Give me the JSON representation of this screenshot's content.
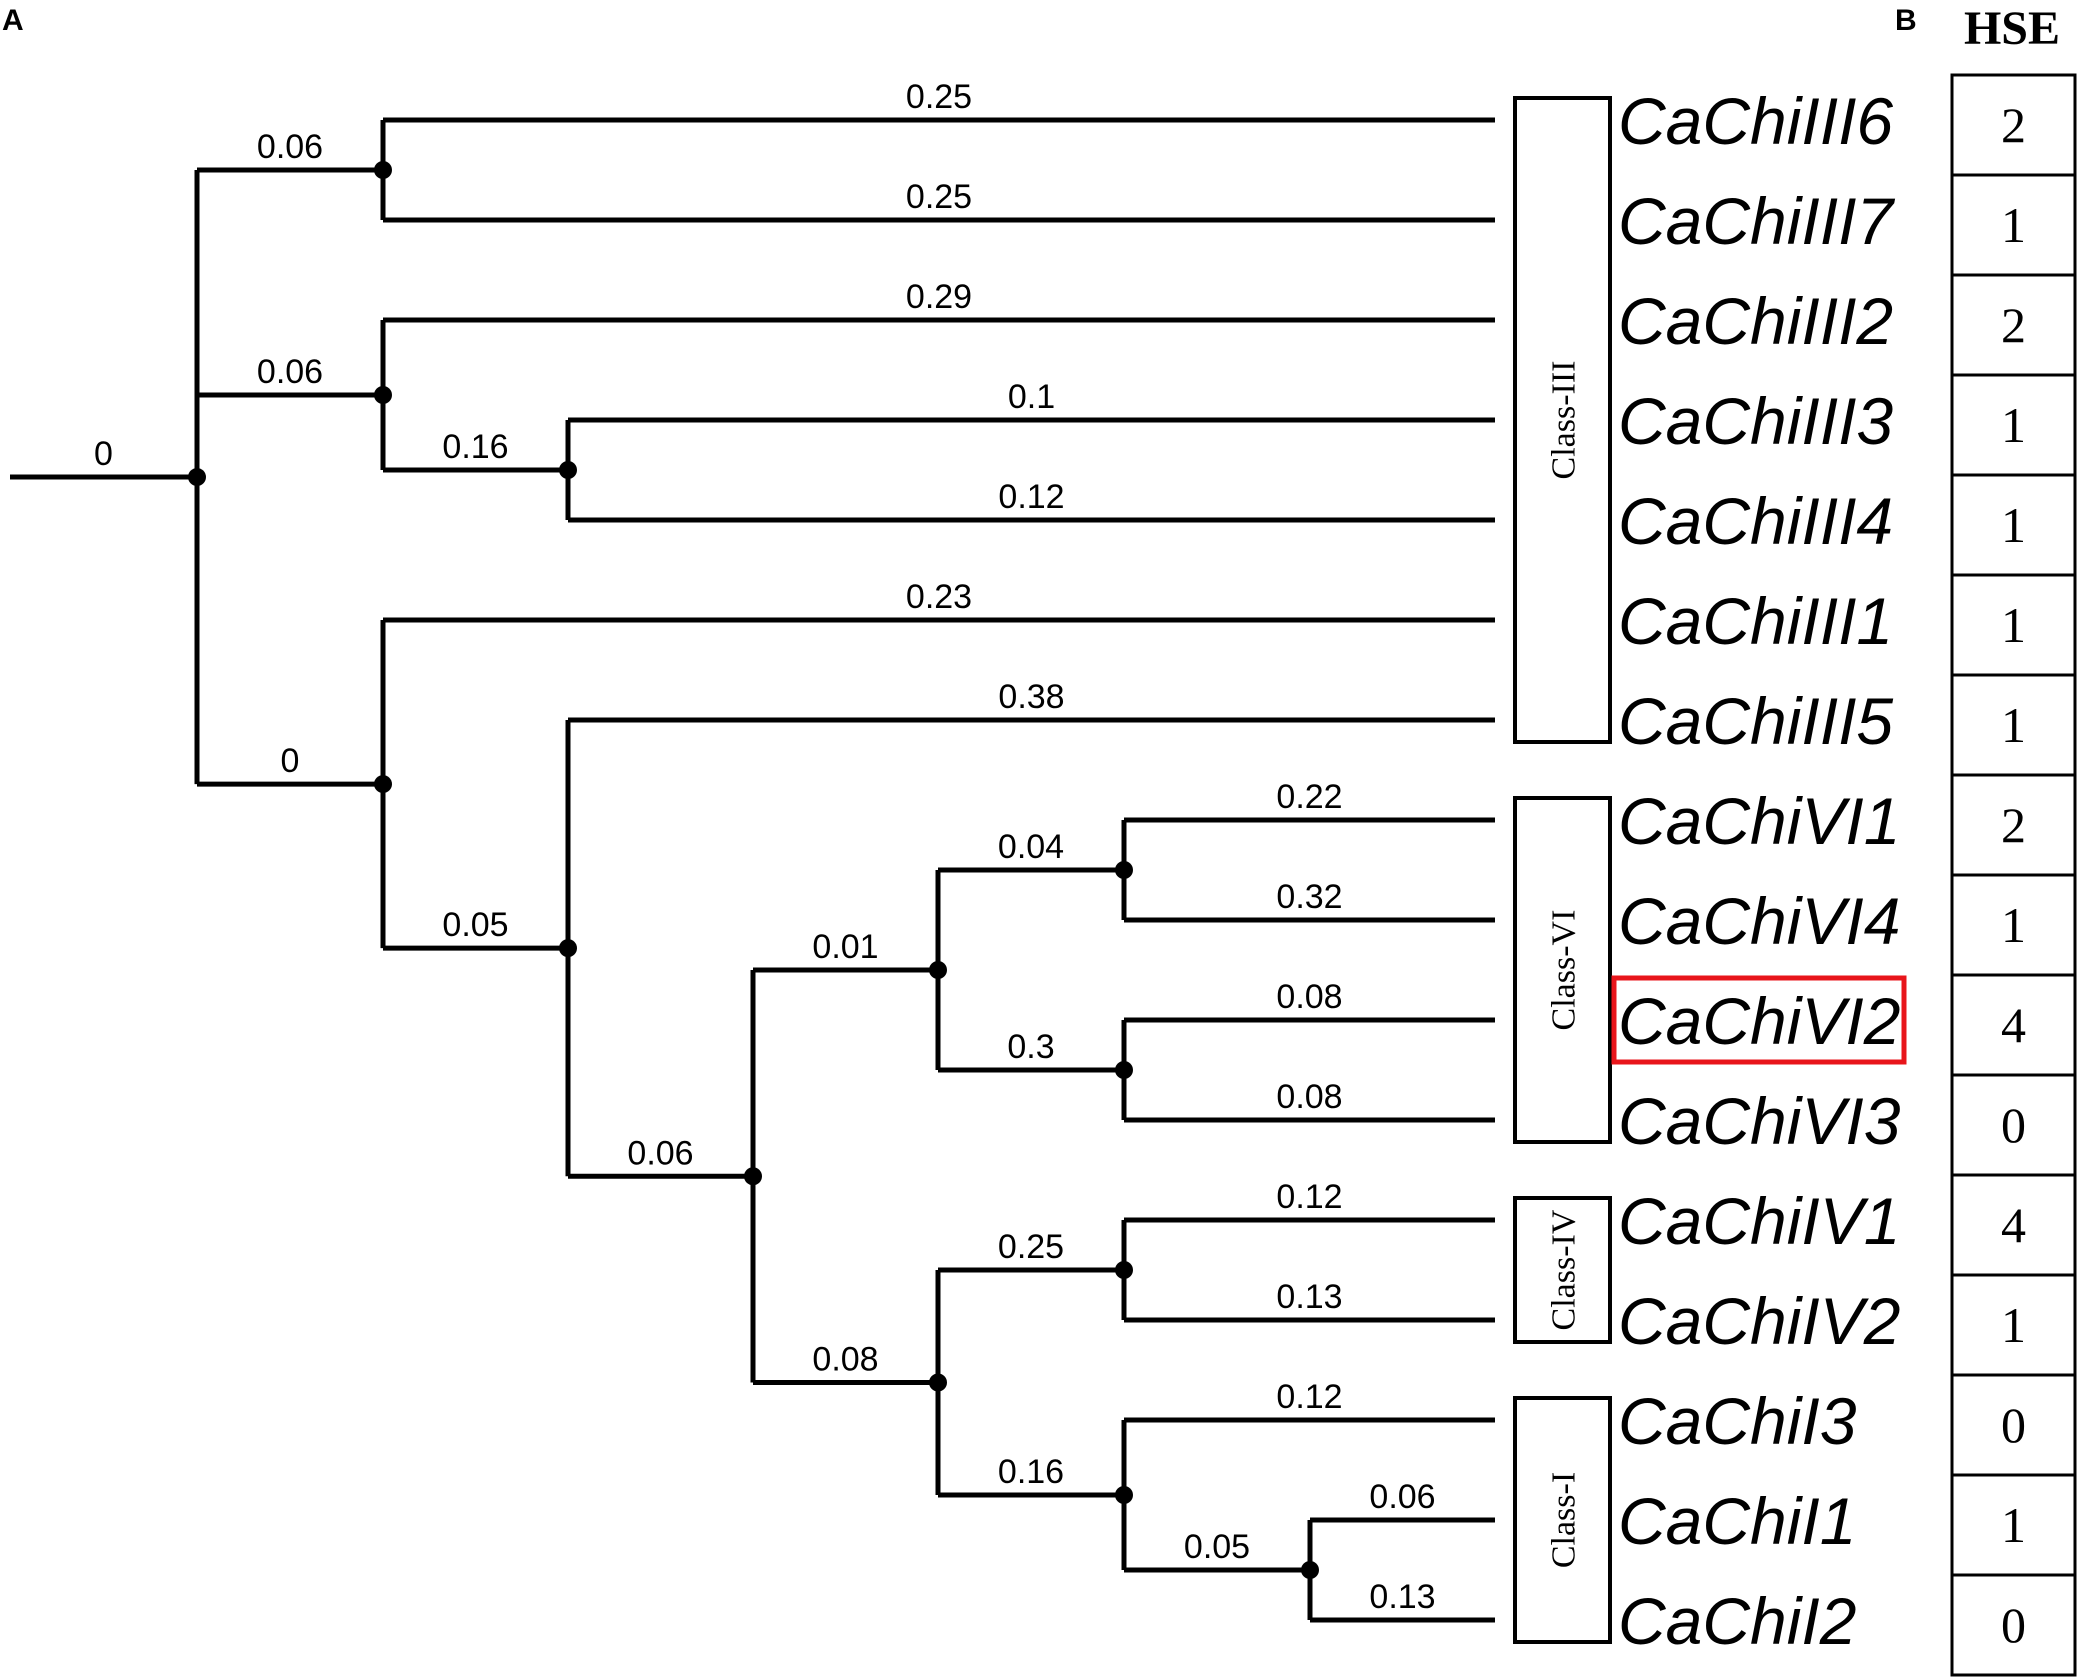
{
  "panels": {
    "a": "A",
    "b": "B"
  },
  "hse_header": "HSE",
  "highlight_color": "#e8151b",
  "leaves": [
    {
      "label": "CaChiIII6",
      "hse": "2",
      "highlighted": false
    },
    {
      "label": "CaChiIII7",
      "hse": "1",
      "highlighted": false
    },
    {
      "label": "CaChiIII2",
      "hse": "2",
      "highlighted": false
    },
    {
      "label": "CaChiIII3",
      "hse": "1",
      "highlighted": false
    },
    {
      "label": "CaChiIII4",
      "hse": "1",
      "highlighted": false
    },
    {
      "label": "CaChiIII1",
      "hse": "1",
      "highlighted": false
    },
    {
      "label": "CaChiIII5",
      "hse": "1",
      "highlighted": false
    },
    {
      "label": "CaChiVI1",
      "hse": "2",
      "highlighted": false
    },
    {
      "label": "CaChiVI4",
      "hse": "1",
      "highlighted": false
    },
    {
      "label": "CaChiVI2",
      "hse": "4",
      "highlighted": true
    },
    {
      "label": "CaChiVI3",
      "hse": "0",
      "highlighted": false
    },
    {
      "label": "CaChiIV1",
      "hse": "4",
      "highlighted": false
    },
    {
      "label": "CaChiIV2",
      "hse": "1",
      "highlighted": false
    },
    {
      "label": "CaChiI3",
      "hse": "0",
      "highlighted": false
    },
    {
      "label": "CaChiI1",
      "hse": "1",
      "highlighted": false
    },
    {
      "label": "CaChiI2",
      "hse": "0",
      "highlighted": false
    }
  ],
  "classes": [
    {
      "label": "Class-III",
      "first_leaf": 0,
      "last_leaf": 6
    },
    {
      "label": "Class-VI",
      "first_leaf": 7,
      "last_leaf": 10
    },
    {
      "label": "Class-IV",
      "first_leaf": 11,
      "last_leaf": 12
    },
    {
      "label": "Class-I",
      "first_leaf": 13,
      "last_leaf": 15
    }
  ],
  "tree": {
    "root_label": "0",
    "children": [
      {
        "label": "0.06",
        "children": [
          {
            "label": "0.25",
            "leaf": 0
          },
          {
            "label": "0.25",
            "leaf": 1
          }
        ]
      },
      {
        "label": "0.06",
        "children": [
          {
            "label": "0.29",
            "leaf": 2
          },
          {
            "label": "0.16",
            "children": [
              {
                "label": "0.1",
                "leaf": 3
              },
              {
                "label": "0.12",
                "leaf": 4
              }
            ]
          }
        ]
      },
      {
        "label": "0",
        "children": [
          {
            "label": "0.23",
            "leaf": 5
          },
          {
            "label": "0.05",
            "children": [
              {
                "label": "0.38",
                "leaf": 6
              },
              {
                "label": "0.06",
                "children": [
                  {
                    "label": "0.01",
                    "children": [
                      {
                        "label": "0.04",
                        "children": [
                          {
                            "label": "0.22",
                            "leaf": 7
                          },
                          {
                            "label": "0.32",
                            "leaf": 8
                          }
                        ]
                      },
                      {
                        "label": "0.3",
                        "children": [
                          {
                            "label": "0.08",
                            "leaf": 9
                          },
                          {
                            "label": "0.08",
                            "leaf": 10
                          }
                        ]
                      }
                    ]
                  },
                  {
                    "label": "0.08",
                    "children": [
                      {
                        "label": "0.25",
                        "children": [
                          {
                            "label": "0.12",
                            "leaf": 11
                          },
                          {
                            "label": "0.13",
                            "leaf": 12
                          }
                        ]
                      },
                      {
                        "label": "0.16",
                        "children": [
                          {
                            "label": "0.12",
                            "leaf": 13
                          },
                          {
                            "label": "0.05",
                            "children": [
                              {
                                "label": "0.06",
                                "leaf": 14
                              },
                              {
                                "label": "0.13",
                                "leaf": 15
                              }
                            ]
                          }
                        ]
                      }
                    ]
                  }
                ]
              }
            ]
          }
        ]
      }
    ]
  }
}
